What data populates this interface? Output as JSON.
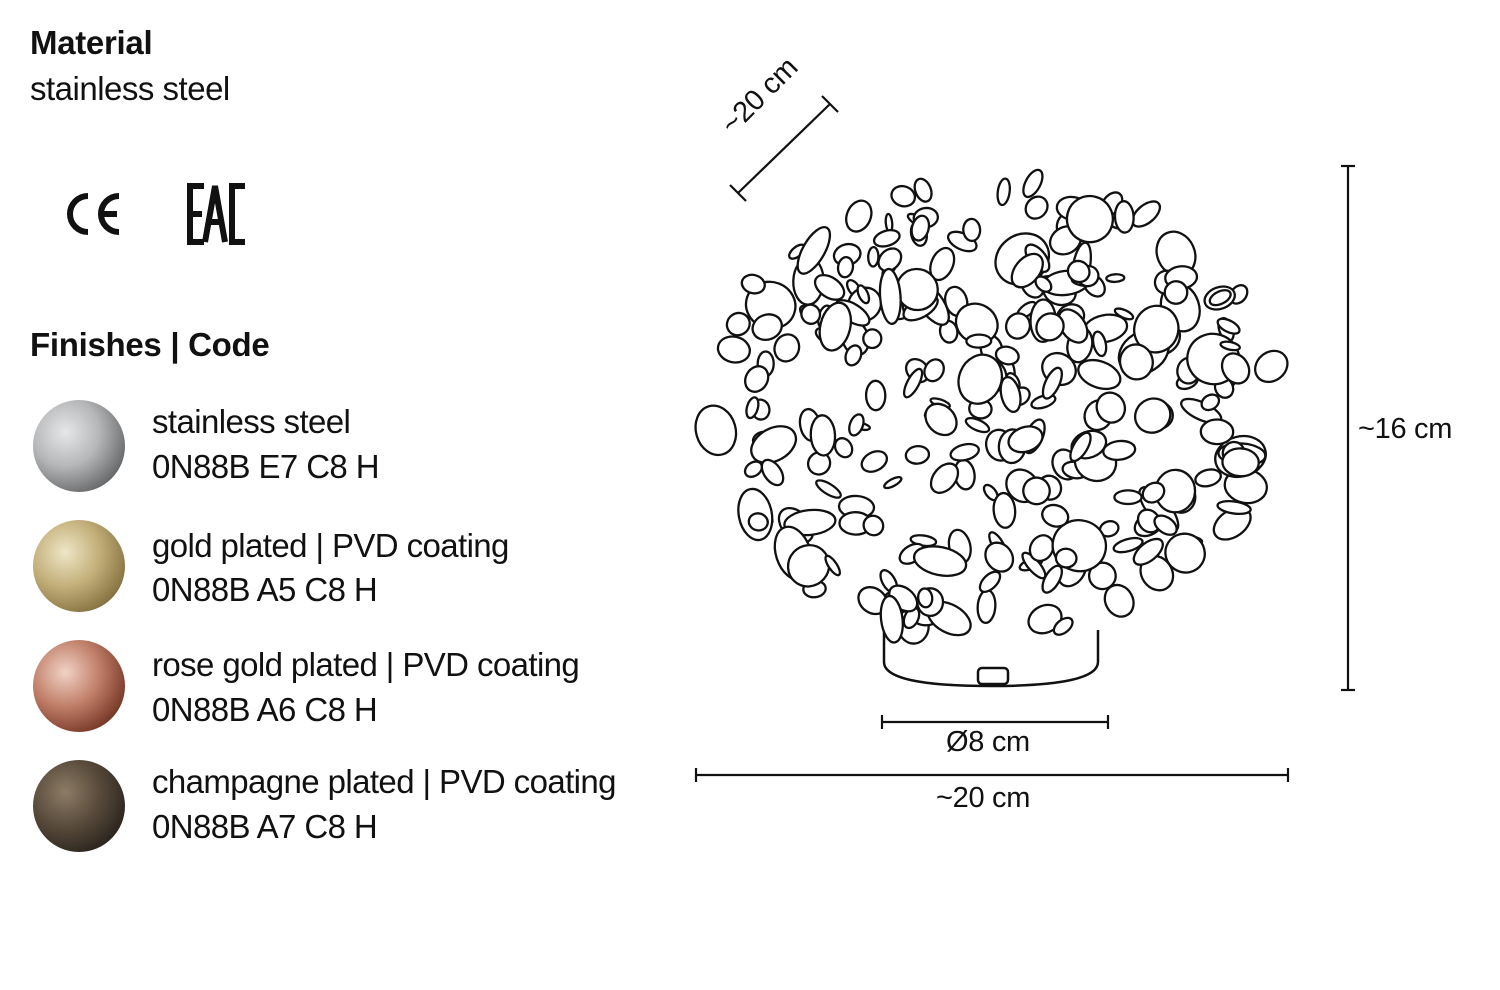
{
  "material": {
    "heading": "Material",
    "value": "stainless steel"
  },
  "certifications": [
    {
      "icon": "ce-mark-icon"
    },
    {
      "icon": "eac-mark-icon"
    }
  ],
  "finishes": {
    "heading": "Finishes | Code",
    "items": [
      {
        "name": "stainless steel",
        "code": "0N88B E7 C8 H",
        "color": "#9ea0a1"
      },
      {
        "name": "gold plated | PVD coating",
        "code": "0N88B A5 C8 H",
        "color": "#b7a36d"
      },
      {
        "name": "rose gold plated | PVD coating",
        "code": "0N88B A6 C8 H",
        "color": "#a4614a"
      },
      {
        "name": "champagne plated | PVD coating",
        "code": "0N88B A7 C8 H",
        "color": "#4b4136"
      }
    ]
  },
  "dimensions": {
    "depth": "~20 cm",
    "height": "~16 cm",
    "base_diameter": "Ø8 cm",
    "width": "~20 cm"
  }
}
